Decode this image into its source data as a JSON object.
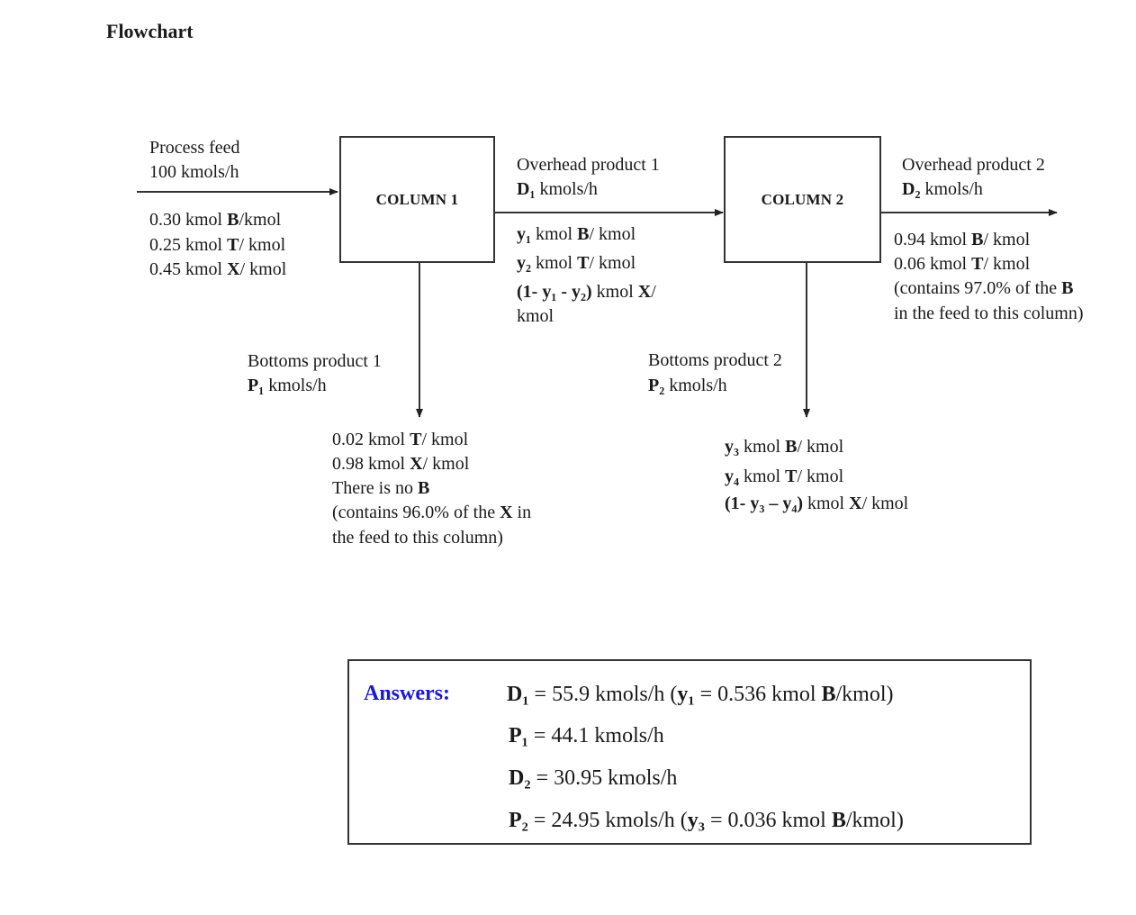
{
  "title": "Flowchart",
  "feed": {
    "label_line1": "Process feed",
    "label_line2": "100 kmols/h",
    "comp_b_pre": "0.30 kmol ",
    "comp_b_sym": "B",
    "comp_b_post": "/kmol",
    "comp_t_pre": "0.25 kmol ",
    "comp_t_sym": "T",
    "comp_t_post": "/ kmol",
    "comp_x_pre": "0.45 kmol ",
    "comp_x_sym": "X",
    "comp_x_post": "/ kmol"
  },
  "column1": {
    "label": "COLUMN 1"
  },
  "column2": {
    "label": "COLUMN 2"
  },
  "overhead1": {
    "label": "Overhead product 1",
    "flow_sym": "D₁",
    "flow_unit": " kmols/h",
    "y1_sym": "y₁",
    "y1_mid": " kmol ",
    "y1_comp": "B",
    "y1_post": "/ kmol",
    "y2_sym": "y₂",
    "y2_mid": " kmol ",
    "y2_comp": "T",
    "y2_post": "/ kmol",
    "rest_sym": "(1- y₁ - y₂)",
    "rest_mid": " kmol ",
    "rest_comp": "X",
    "rest_post": "/",
    "rest_line2": "kmol"
  },
  "bottoms1": {
    "label": "Bottoms product 1",
    "flow_sym": "P₁",
    "flow_unit": " kmols/h",
    "t_pre": "0.02 kmol ",
    "t_sym": "T",
    "t_post": "/ kmol",
    "x_pre": "0.98 kmol ",
    "x_sym": "X",
    "x_post": "/ kmol",
    "no_b_pre": "There is no ",
    "no_b_sym": "B",
    "note_pre": "(contains 96.0% of the ",
    "note_sym": "X",
    "note_post": " in",
    "note_line2": "the feed to this column)"
  },
  "overhead2": {
    "label": "Overhead product 2",
    "flow_sym": "D₂",
    "flow_unit": " kmols/h",
    "b_pre": "0.94 kmol ",
    "b_sym": "B",
    "b_post": "/ kmol",
    "t_pre": "0.06 kmol ",
    "t_sym": "T",
    "t_post": "/ kmol",
    "note_pre": "(contains 97.0% of the ",
    "note_sym": "B",
    "note_line2": "in the feed to this column)"
  },
  "bottoms2": {
    "label": "Bottoms product 2",
    "flow_sym": "P₂",
    "flow_unit": " kmols/h",
    "y3_sym": "y₃",
    "y3_mid": " kmol ",
    "y3_comp": "B",
    "y3_post": "/ kmol",
    "y4_sym": "y₄",
    "y4_mid": " kmol ",
    "y4_comp": "T",
    "y4_post": "/ kmol",
    "rest_sym": "(1- y₃ – y₄)",
    "rest_mid": " kmol ",
    "rest_comp": "X",
    "rest_post": "/ kmol"
  },
  "answers": {
    "label": "Answers:",
    "d1_sym": "D₁",
    "d1_val": " = 55.9 kmols/h (",
    "d1_ysym": "y₁",
    "d1_yval": " =  0.536 kmol ",
    "d1_comp": "B",
    "d1_post": "/kmol)",
    "p1_sym": "P₁",
    "p1_val": " = 44.1 kmols/h",
    "d2_sym": "D₂",
    "d2_val": " = 30.95 kmols/h",
    "p2_sym": "P₂",
    "p2_val": " = 24.95 kmols/h (",
    "p2_ysym": "y₃",
    "p2_yval": " =  0.036 kmol ",
    "p2_comp": "B",
    "p2_post": "/kmol)"
  },
  "colors": {
    "answers_label": "#1a1ad0",
    "line": "#333333"
  }
}
